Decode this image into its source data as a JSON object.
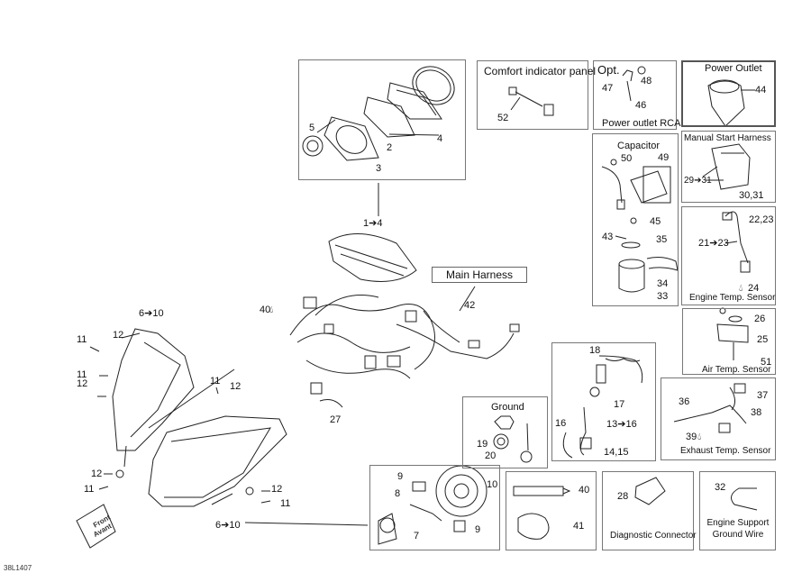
{
  "panels": {
    "dash": {
      "numbers": [
        "1➔4",
        "2",
        "3",
        "4",
        "5"
      ]
    },
    "comfort": {
      "title": "Comfort indicator panel",
      "part": "52"
    },
    "opt": {
      "title": "Opt.",
      "caption": "Power outlet RCA",
      "parts": [
        "46",
        "47",
        "48"
      ]
    },
    "power_outlet": {
      "title": "Power Outlet",
      "part": "44"
    },
    "capacitor": {
      "title": "Capacitor",
      "parts": [
        "33",
        "34",
        "35",
        "43",
        "45",
        "49",
        "50"
      ]
    },
    "manual_start": {
      "title": "Manual Start Harness",
      "parts": [
        "29➔31",
        "30,31"
      ]
    },
    "engine_temp": {
      "title": "Engine Temp. Sensor",
      "parts": [
        "21➔23",
        "22,23",
        "24"
      ]
    },
    "air_temp": {
      "title": "Air Temp. Sensor",
      "parts": [
        "25",
        "26",
        "51"
      ]
    },
    "exhaust_temp": {
      "title": "Exhaust Temp. Sensor",
      "parts": [
        "36",
        "37",
        "38",
        "39"
      ]
    },
    "main_harness": {
      "title": "Main Harness",
      "part": "42"
    },
    "ground": {
      "title": "Ground",
      "parts": [
        "19",
        "20"
      ]
    },
    "coil": {
      "parts": [
        "13➔16",
        "14,15",
        "16",
        "17",
        "18"
      ]
    },
    "lamp": {
      "parts": [
        "7",
        "8",
        "9",
        "9",
        "10"
      ]
    },
    "grease": {
      "parts": [
        "40",
        "41"
      ]
    },
    "diagnostic": {
      "title": "Diagnostic Connector",
      "part": "28"
    },
    "engine_support": {
      "title": "Engine Support\nGround Wire",
      "title_line1": "Engine Support",
      "title_line2": "Ground Wire",
      "part": "32"
    }
  },
  "loose_labels": {
    "l_6to10_top": "6➔10",
    "l_6to10_bot": "6➔10",
    "l_40": "40",
    "l_27": "27",
    "l_11a": "11",
    "l_12a": "12",
    "l_11b": "11",
    "l_12b": "12",
    "l_11c": "11",
    "l_12c": "12",
    "l_11d": "11",
    "l_12d": "12",
    "l_12e": "12",
    "l_11e": "11"
  },
  "front_tag": {
    "line1": "Front",
    "line2": "Avant"
  },
  "drawing_code": "38L1407"
}
